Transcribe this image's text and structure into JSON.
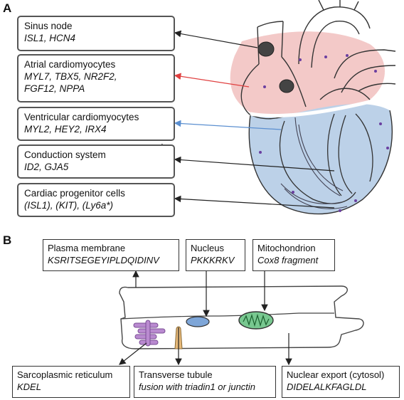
{
  "panel_a": {
    "letter": "A",
    "cell_types": [
      {
        "name": "Sinus node",
        "genes": "ISL1, HCN4",
        "icon": "spindle-cell-icon"
      },
      {
        "name": "Atrial cardiomyocytes",
        "genes_line1": "MYL7, TBX5, NR2F2,",
        "genes_line2": "FGF12, NPPA",
        "icon": "rod-cell-icon"
      },
      {
        "name": "Ventricular cardiomyocytes",
        "genes": "MYL2, HEY2, IRX4",
        "icon": "rod-cell-icon"
      },
      {
        "name": "Conduction system",
        "genes": "ID2, GJA5",
        "icon": "branching-fiber-icon"
      },
      {
        "name": "Cardiac progenitor cells",
        "genes": "(ISL1), (KIT), (Ly6a*)",
        "icon": "round-cell-icon"
      }
    ],
    "colors": {
      "atria": "#f3c9c8",
      "ventricles": "#bcd1e8",
      "nodes": "#444444",
      "dots": "#6a3fa0",
      "atrial_arrow": "#e04040",
      "ventricular_arrow": "#5b8fd0"
    }
  },
  "panel_b": {
    "letter": "B",
    "targets": [
      {
        "name": "Plasma membrane",
        "sequence": "KSRITSEGEYIPLDQIDINV"
      },
      {
        "name": "Nucleus",
        "sequence": "PKKKRKV"
      },
      {
        "name": "Mitochondrion",
        "sequence": "Cox8 fragment"
      },
      {
        "name": "Sarcoplasmic reticulum",
        "sequence": "KDEL"
      },
      {
        "name": "Transverse tubule",
        "sequence": "fusion with triadin1 or junctin"
      },
      {
        "name": "Nuclear export (cytosol)",
        "sequence": "DIDELALKFAGLDL"
      }
    ],
    "colors": {
      "nucleus": "#7ea6d8",
      "mitochondrion": "#78c890",
      "reticulum": "#b98ad0",
      "t_tubule": "#e6b97a"
    }
  }
}
